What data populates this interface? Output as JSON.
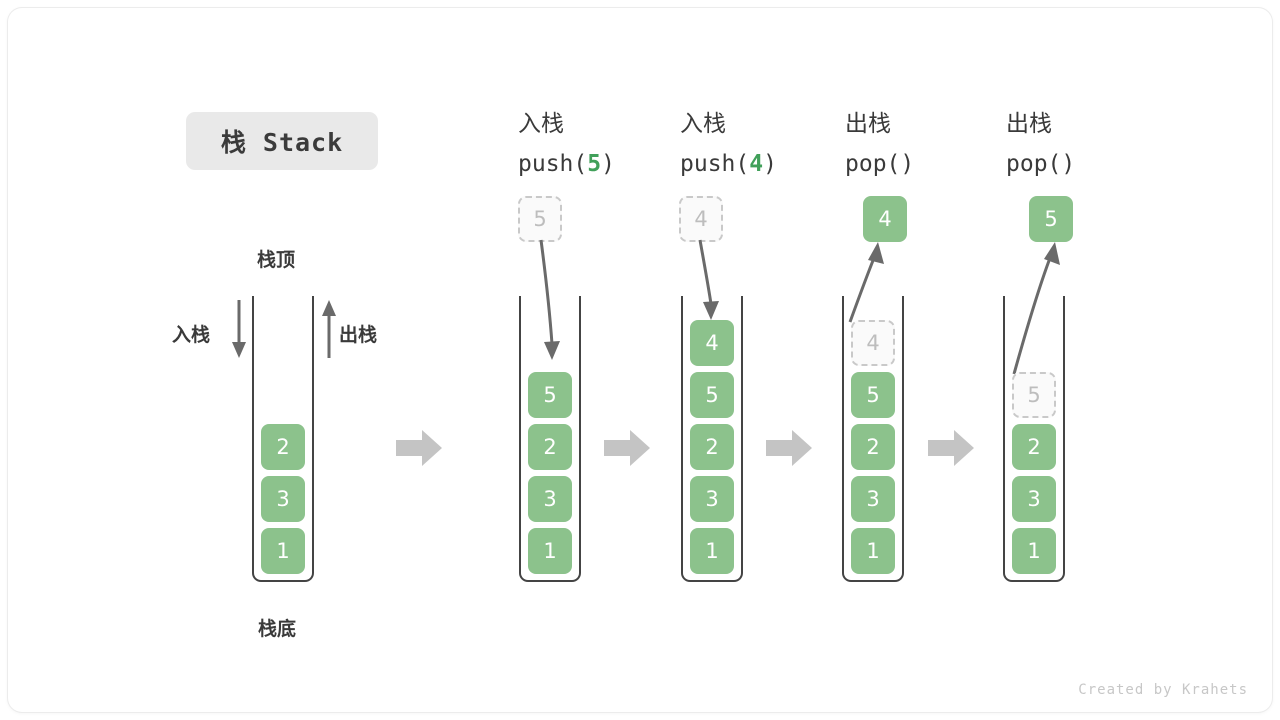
{
  "figure": {
    "title": "栈 Stack",
    "credit": "Created by Krahets",
    "accent_green": "#8cc28c",
    "accent_green_text": "#41a05a",
    "gray_arrow": "#c4c4c4",
    "ghost_border": "#c9c9c9",
    "wall_color": "#444444"
  },
  "labels": {
    "top": "栈顶",
    "bottom": "栈底",
    "push": "入栈",
    "pop": "出栈"
  },
  "columns": [
    {
      "id": "initial",
      "header_cn": "",
      "header_code": "",
      "stack": [
        "2",
        "3",
        "1"
      ],
      "ghost": null,
      "result": null
    },
    {
      "id": "push-5",
      "header_cn": "入栈",
      "header_code_pre": "push(",
      "header_code_num": "5",
      "header_code_post": ")",
      "stack": [
        "5",
        "2",
        "3",
        "1"
      ],
      "incoming_ghost": "5",
      "result": null
    },
    {
      "id": "push-4",
      "header_cn": "入栈",
      "header_code_pre": "push(",
      "header_code_num": "4",
      "header_code_post": ")",
      "stack": [
        "4",
        "5",
        "2",
        "3",
        "1"
      ],
      "incoming_ghost": "4",
      "result": null
    },
    {
      "id": "pop-1",
      "header_cn": "出栈",
      "header_code_pre": "pop(",
      "header_code_num": "",
      "header_code_post": ")",
      "stack": [
        "4",
        "5",
        "2",
        "3",
        "1"
      ],
      "popped_ghost": "4",
      "result": "4"
    },
    {
      "id": "pop-2",
      "header_cn": "出栈",
      "header_code_pre": "pop(",
      "header_code_num": "",
      "header_code_post": ")",
      "stack": [
        "5",
        "2",
        "3",
        "1"
      ],
      "popped_ghost": "5",
      "result": "5"
    }
  ],
  "separators": [
    "→",
    "→",
    "→",
    "→"
  ]
}
